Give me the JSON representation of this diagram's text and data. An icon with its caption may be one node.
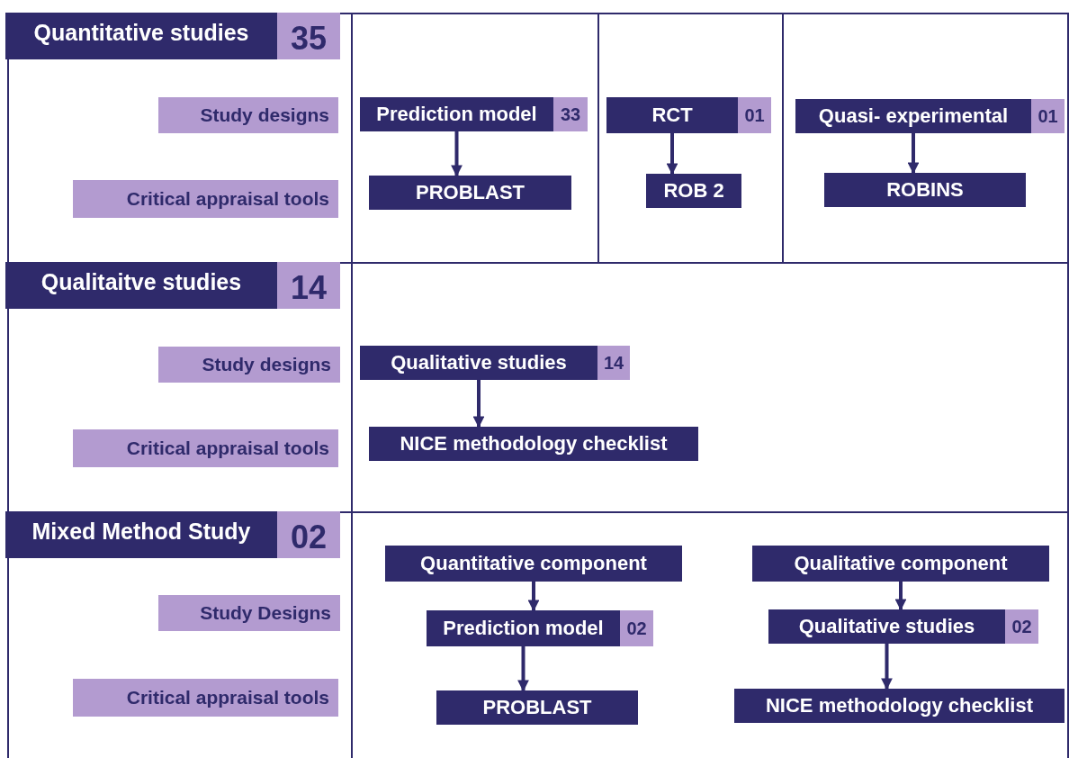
{
  "diagram": {
    "nodes": [
      {
        "text": [
          "Quantitative studies",
          "35"
        ]
      },
      {
        "text": [
          "Study designs"
        ]
      },
      {
        "text": [
          "Critical appraisal tools"
        ]
      },
      {
        "text": [
          "Prediction model",
          "33"
        ]
      },
      {
        "text": [
          "PROBLAST"
        ]
      },
      {
        "text": [
          "RCT",
          "01"
        ]
      },
      {
        "text": [
          "ROB 2"
        ]
      },
      {
        "text": [
          "Quasi- experimental",
          "01"
        ]
      },
      {
        "text": [
          "ROBINS"
        ]
      },
      {
        "text": [
          "Qualitaitve studies",
          "14"
        ]
      },
      {
        "text": [
          "Study designs"
        ]
      },
      {
        "text": [
          "Critical appraisal tools"
        ]
      },
      {
        "text": [
          "Qualitative studies",
          "14"
        ]
      },
      {
        "text": [
          "NICE methodology checklist"
        ]
      },
      {
        "text": [
          "Mixed Method Study",
          "02"
        ]
      },
      {
        "text": [
          "Study Designs"
        ]
      },
      {
        "text": [
          "Critical appraisal tools"
        ]
      },
      {
        "text": [
          "Quantitative component"
        ]
      },
      {
        "text": [
          "Prediction model",
          "02"
        ]
      },
      {
        "text": [
          "PROBLAST"
        ]
      },
      {
        "text": [
          "Qualitative component"
        ]
      },
      {
        "text": [
          "Qualitative studies",
          "02"
        ]
      },
      {
        "text": [
          "NICE methodology checklist"
        ]
      }
    ],
    "edges": [
      {
        "from": 3,
        "to": 4,
        "arrow": "to"
      },
      {
        "from": 5,
        "to": 6,
        "arrow": "to"
      },
      {
        "from": 7,
        "to": 8,
        "arrow": "to"
      },
      {
        "from": 12,
        "to": 13,
        "arrow": "to"
      },
      {
        "from": 17,
        "to": 18,
        "arrow": "to"
      },
      {
        "from": 18,
        "to": 19,
        "arrow": "to"
      },
      {
        "from": 20,
        "to": 21,
        "arrow": "to"
      },
      {
        "from": 21,
        "to": 22,
        "arrow": "to"
      }
    ]
  }
}
